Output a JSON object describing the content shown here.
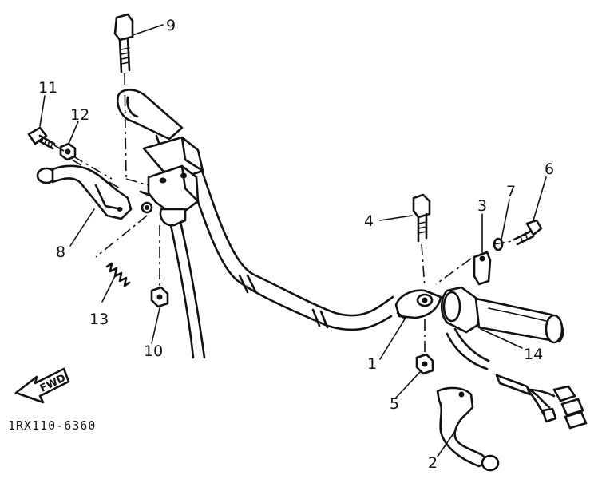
{
  "diagram_code": "1RX110-6360",
  "fwd_label": "FWD",
  "callouts": {
    "c1": "1",
    "c2": "2",
    "c3": "3",
    "c4": "4",
    "c5": "5",
    "c6": "6",
    "c7": "7",
    "c8": "8",
    "c9": "9",
    "c10": "10",
    "c11": "11",
    "c12": "12",
    "c13": "13",
    "c14": "14"
  }
}
